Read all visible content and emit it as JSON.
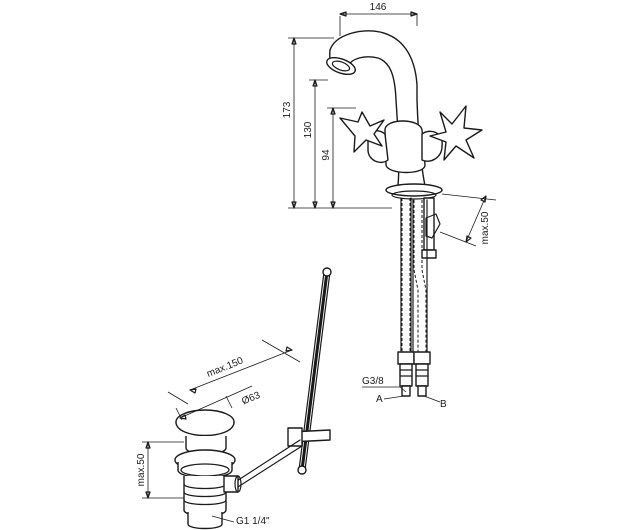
{
  "faucet": {
    "dim_width": "146",
    "dim_total_height": "173",
    "dim_spout_height": "130",
    "dim_handle_height": "94",
    "dim_max_thickness": "max.50",
    "thread": "G3/8",
    "conn_a": "A",
    "conn_b": "B"
  },
  "drain": {
    "dim_max_length": "max.150",
    "dim_diameter": "Ø63",
    "dim_max_height": "max.50",
    "thread": "G1 1/4\""
  }
}
